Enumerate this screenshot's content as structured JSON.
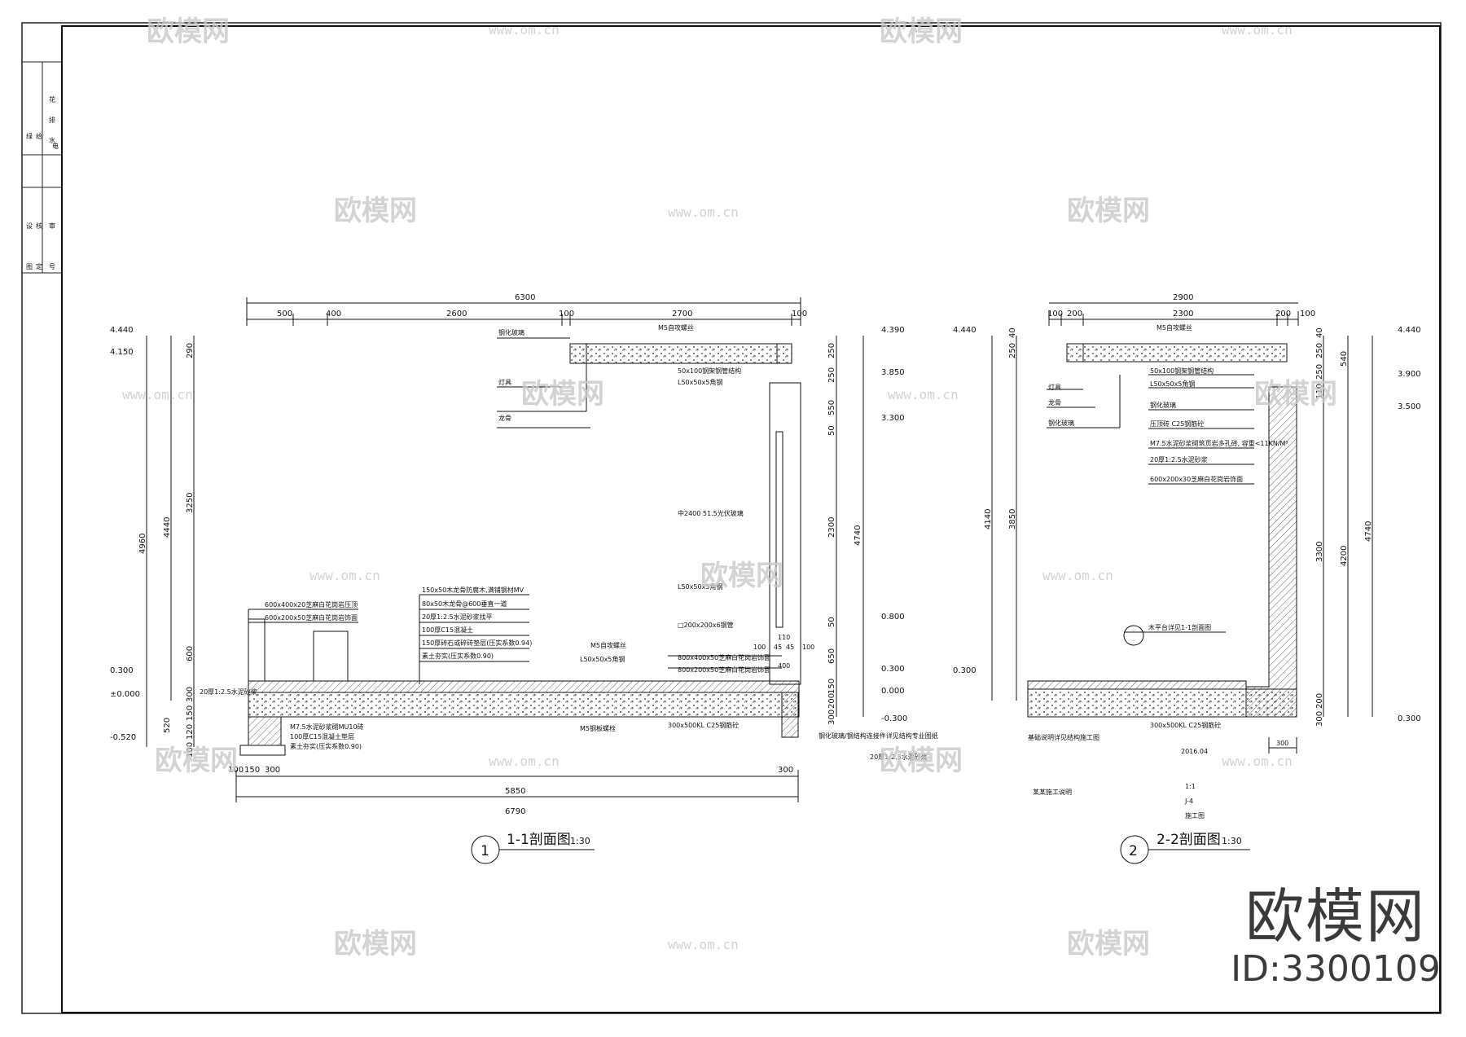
{
  "titleblock": {
    "cells": [
      "花",
      "排",
      "水",
      "绿",
      "给",
      "电",
      "设",
      "核",
      "审",
      "图",
      "定",
      "号"
    ]
  },
  "section1": {
    "title": "1-1剖面图",
    "scale": "1:30",
    "number": "1",
    "top_dims": [
      "500",
      "400",
      "2600",
      "100",
      "2700",
      "100"
    ],
    "top_total": "6300",
    "bottom_dims": [
      "100",
      "150",
      "300",
      "5850",
      "300"
    ],
    "bottom_total": "6790",
    "left_dims": [
      "4960",
      "4440",
      "290",
      "3250",
      "600",
      "300",
      "150",
      "120",
      "100",
      "520"
    ],
    "right_dims": [
      "4740",
      "250",
      "250",
      "550",
      "50",
      "2300",
      "50",
      "650",
      "150",
      "200",
      "300"
    ],
    "elev_left": [
      "4.440",
      "4.150",
      "0.300",
      "±0.000",
      "-0.520"
    ],
    "elev_right": [
      "4.390",
      "3.850",
      "3.300",
      "0.800",
      "0.300",
      "0.000",
      "-0.300"
    ],
    "notes_top": [
      "M5自攻螺丝",
      "钢化玻璃",
      "灯具",
      "龙骨",
      "50x100钢架钢管结构",
      "L50x50x5角钢"
    ],
    "notes_mid": [
      "中2400 51.5光伏玻璃",
      "L50x50x5角钢",
      "□200x200x6钢管"
    ],
    "notes_floor": [
      "150x50木龙骨防腐木,满铺钢材MV",
      "80x50木龙骨@600垂直一道",
      "20厚1:2.5水泥砂浆找平",
      "100厚C15混凝土",
      "150厚碎石或碎砖垫层(压实系数0.94)",
      "素土夯实(压实系数0.90)"
    ],
    "notes_left": [
      "600x400x20芝麻白花岗岩压顶",
      "600x200x50芝麻白花岗岩饰面",
      "20厚1:2.5水泥砂浆"
    ],
    "notes_right": [
      "800x400x50芝麻白花岗岩饰面",
      "800x200x50芝麻白花岗岩饰面",
      "300x500KL C25钢筋砼"
    ],
    "notes_bottom": [
      "M7.5水泥砂浆砌MU10砖",
      "100厚C15混凝土垫层",
      "素土夯实(压实系数0.90)",
      "M5自攻螺丝",
      "L50x50x5角钢",
      "M5钢板螺栓",
      "钢化玻璃/钢结构连接件详见结构专业图纸",
      "20厚1:2.5水泥砂浆"
    ],
    "small_dims": [
      "110",
      "100",
      "45",
      "45",
      "100",
      "400"
    ]
  },
  "section2": {
    "title": "2-2剖面图",
    "scale": "1:30",
    "number": "2",
    "top_dims": [
      "100",
      "200",
      "2300",
      "200",
      "100"
    ],
    "top_total": "2900",
    "left_dims": [
      "4140",
      "3850",
      "250",
      "40"
    ],
    "right_dims": [
      "4740",
      "4200",
      "3300",
      "540",
      "250",
      "250",
      "110",
      "40",
      "200",
      "300"
    ],
    "elev_left": [
      "4.440",
      "0.300"
    ],
    "elev_right": [
      "4.440",
      "3.900",
      "3.500",
      "0.300"
    ],
    "notes": [
      "M5自攻螺丝",
      "灯具",
      "龙骨",
      "钢化玻璃",
      "50x100钢架钢管结构",
      "L50x50x5角钢",
      "钢化玻璃",
      "压顶砖 C25钢筋砼",
      "M7.5水泥砂浆砌筑页岩多孔砖, 容重<11KN/M³",
      "20厚1:2.5水泥砂浆",
      "600x200x30芝麻白花岗岩饰面"
    ],
    "detail_note": "木平台详见1-1剖面图",
    "beam_note": "300x500KL C25钢筋砼",
    "bottom_dim": "300",
    "misc": [
      "基础说明详见结构施工图",
      "2016.04",
      "1:1",
      "J-4",
      "施工图",
      "某某施工说明"
    ]
  },
  "brand": {
    "name": "欧模网",
    "id": "ID:3300109"
  },
  "watermark": {
    "logo": "欧模网",
    "url": "www.om.cn"
  }
}
